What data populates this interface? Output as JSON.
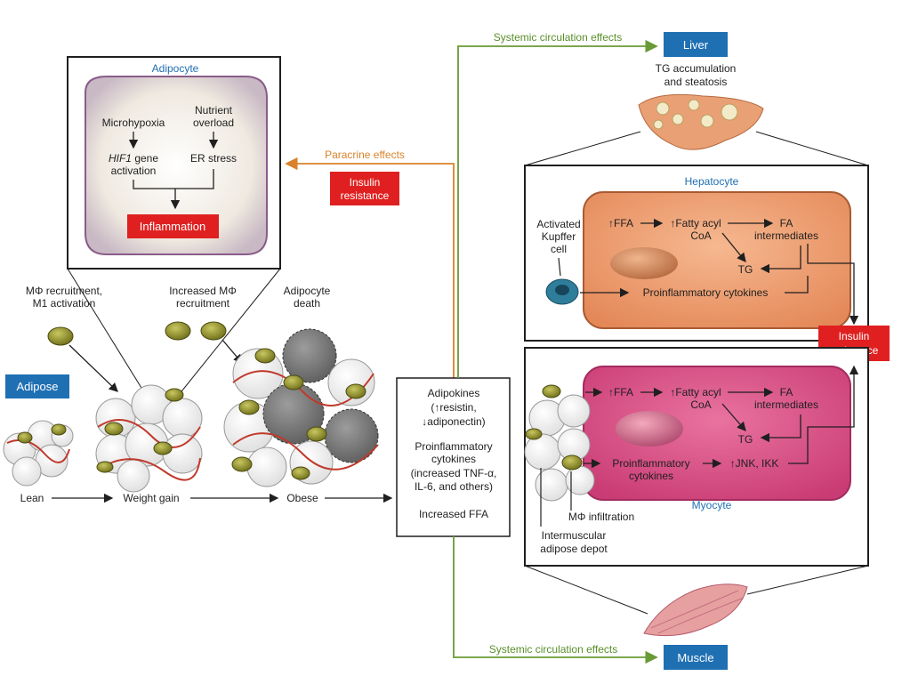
{
  "adipocyte_panel": {
    "title": "Adipocyte",
    "microhypoxia": "Microhypoxia",
    "nutrient_line1": "Nutrient",
    "nutrient_line2": "overload",
    "hif1_gene": "HIF1",
    "hif1_rest": " gene",
    "activation": "activation",
    "er_stress": "ER stress",
    "inflammation": "Inflammation"
  },
  "adipose_tissue": {
    "label": "Adipose",
    "mphi_recruit_line1": "MΦ recruitment,",
    "mphi_recruit_line2": "M1 activation",
    "increased_mphi_line1": "Increased MΦ",
    "increased_mphi_line2": "recruitment",
    "death_line1": "Adipocyte",
    "death_line2": "death",
    "stages": [
      "Lean",
      "Weight gain",
      "Obese"
    ]
  },
  "paracrine": {
    "label": "Paracrine effects",
    "ir_line1": "Insulin",
    "ir_line2": "resistance"
  },
  "secreted_box": {
    "line1": "Adipokines",
    "line2": "(↑resistin,",
    "line3": "↓adiponectin)",
    "line4": "Proinflammatory",
    "line5": "cytokines",
    "line6": "(increased TNF-α,",
    "line7": "IL-6, and others)",
    "line8": "Increased FFA"
  },
  "systemic": {
    "top_label": "Systemic circulation effects",
    "bottom_label": "Systemic circulation effects",
    "liver": "Liver",
    "muscle": "Muscle",
    "tg_line1": "TG accumulation",
    "tg_line2": "and steatosis"
  },
  "hepatocyte": {
    "title": "Hepatocyte",
    "kupffer_line1": "Activated",
    "kupffer_line2": "Kupffer",
    "kupffer_line3": "cell",
    "ffa": "↑FFA",
    "fatty_line1": "↑Fatty acyl",
    "fatty_line2": "CoA",
    "fa_line1": "FA",
    "fa_line2": "intermediates",
    "tg": "TG",
    "cytokines": "Proinflammatory cytokines"
  },
  "right_ir": {
    "line1": "Insulin",
    "line2": "resistance"
  },
  "myocyte": {
    "title": "Myocyte",
    "ffa": "↑FFA",
    "fatty_line1": "↑Fatty acyl",
    "fatty_line2": "CoA",
    "fa_line1": "FA",
    "fa_line2": "intermediates",
    "tg": "TG",
    "cytokines_line1": "Proinflammatory",
    "cytokines_line2": "cytokines",
    "jnk": "↑JNK, IKK",
    "mphi_infiltration": "MΦ infiltration",
    "intermuscular_line1": "Intermuscular",
    "intermuscular_line2": "adipose depot"
  },
  "colors": {
    "blue_box": "#1f6fb3",
    "red_box": "#e02020",
    "green_line": "#6a9a35",
    "orange_line": "#d9822b",
    "hepatocyte_fill": "#eb9a6e",
    "myocyte_fill": "#d94d86"
  }
}
